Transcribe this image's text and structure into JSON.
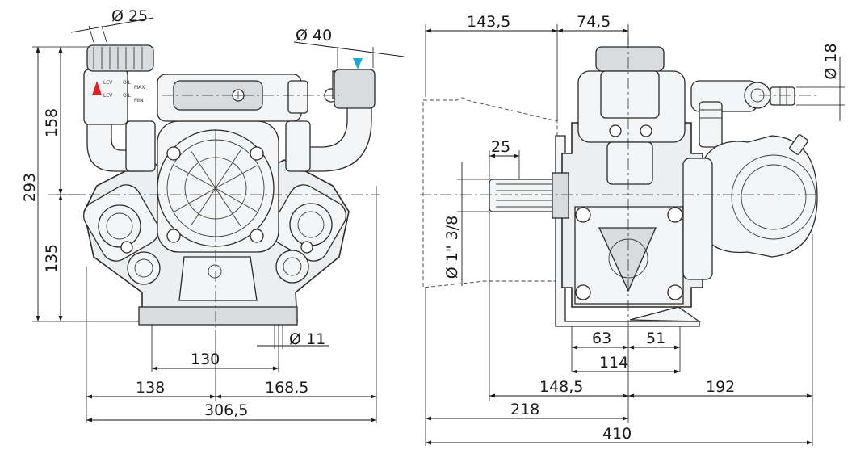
{
  "dimensions": {
    "front": {
      "d_top_left": "Ø 25",
      "d_outlet": "Ø 40",
      "height_upper": "158",
      "height_total": "293",
      "height_lower": "135",
      "d_hole": "Ø 11",
      "width_feet": "130",
      "width_left": "138",
      "width_right": "168,5",
      "width_total": "306,5"
    },
    "side": {
      "top_left": "143,5",
      "top_right": "74,5",
      "d_port": "Ø 18",
      "shaft_len": "25",
      "shaft_dia": "Ø 1\" 3/8",
      "foot_a": "63",
      "foot_b": "51",
      "foot_total": "114",
      "left_base": "148,5",
      "right_base": "192",
      "length_218": "218",
      "length_total": "410"
    }
  },
  "labels": {
    "lev": "LEV",
    "oil": "OIL",
    "max": "MAX",
    "min": "MIN"
  },
  "colors": {
    "inlet_arrow": "#e0202a",
    "outlet_arrow": "#1aa6e0"
  }
}
